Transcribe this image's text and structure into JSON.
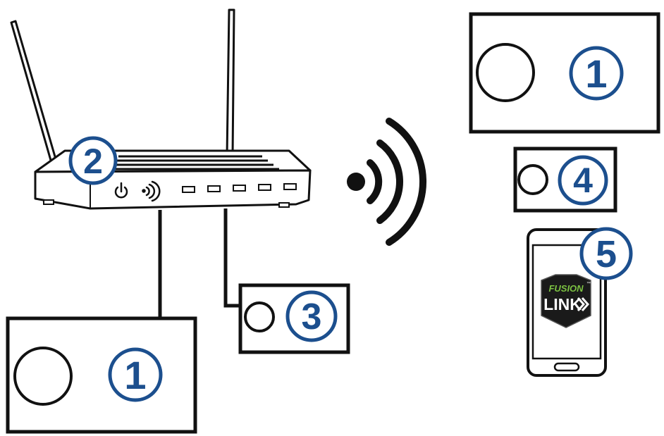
{
  "diagram": {
    "callouts": {
      "top_right_device": "1",
      "router": "2",
      "wired_small_device": "3",
      "wireless_small_device": "4",
      "mobile_app": "5",
      "bottom_left_device": "1"
    },
    "app_logo": {
      "line1": "FUSION",
      "line2": "LINK",
      "trademark": "™"
    },
    "colors": {
      "callout_blue": "#1c4f8e",
      "line_black": "#111111",
      "logo_green": "#7cc242",
      "logo_badge": "#1a1a1a"
    },
    "icons": {
      "router": "wireless-router",
      "power": "power-icon",
      "wifi_small": "wifi-signal-icon",
      "wifi_large": "wireless-signal-icon",
      "phone": "smartphone-icon"
    }
  }
}
